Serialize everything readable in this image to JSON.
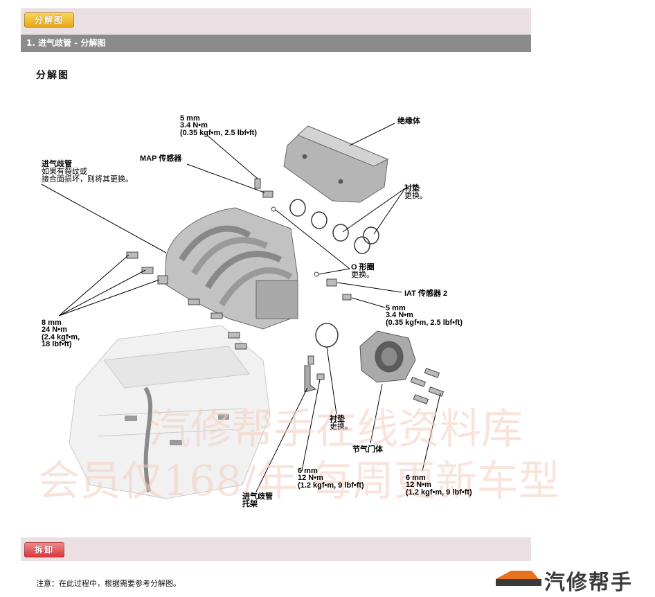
{
  "header": {
    "badge_label": "分解图",
    "section_title": "1. 进气歧管 - 分解图"
  },
  "subheading": "分解图",
  "labels": {
    "bolt_top_1": "5 mm",
    "bolt_top_2": "3.4 N•m",
    "bolt_top_3": "(0.35 kgf•m, 2.5 lbf•ft)",
    "insulator": "绝缘体",
    "map_sensor": "MAP 传感器",
    "manifold_1": "进气歧管",
    "manifold_2": "如果有裂纹或",
    "manifold_3": "接合面损坏，则将其更换。",
    "gasket_1": "衬垫",
    "gasket_2": "更换。",
    "oring_1": "O 形圈",
    "oring_2": "更换。",
    "iat_sensor": "IAT 传感器 2",
    "iat_bolt_1": "5 mm",
    "iat_bolt_2": "3.4 N•m",
    "iat_bolt_3": "(0.35 kgf•m, 2.5 lbf•ft)",
    "left_bolt_1": "8 mm",
    "left_bolt_2": "24 N•m",
    "left_bolt_3": "(2.4 kgf•m,",
    "left_bolt_4": "18 lbf•ft)",
    "tb_gasket_1": "衬垫",
    "tb_gasket_2": "更换。",
    "throttle_body": "节气门体",
    "bracket_bolt_1": "6 mm",
    "bracket_bolt_2": "12 N•m",
    "bracket_bolt_3": "(1.2 kgf•m, 9 lbf•ft)",
    "tb_bolt_1": "6 mm",
    "tb_bolt_2": "12 N•m",
    "tb_bolt_3": "(1.2 kgf•m, 9 lbf•ft)",
    "bracket_1": "进气歧管",
    "bracket_2": "托架"
  },
  "watermark": {
    "line1": "汽修帮手在线资料库",
    "line2": "会员仅168/年    每周更新车型"
  },
  "removal": {
    "badge_label": "拆卸",
    "note": "注意：在此过程中，根据需要参考分解图。"
  },
  "logo": {
    "text": "汽修帮手"
  }
}
